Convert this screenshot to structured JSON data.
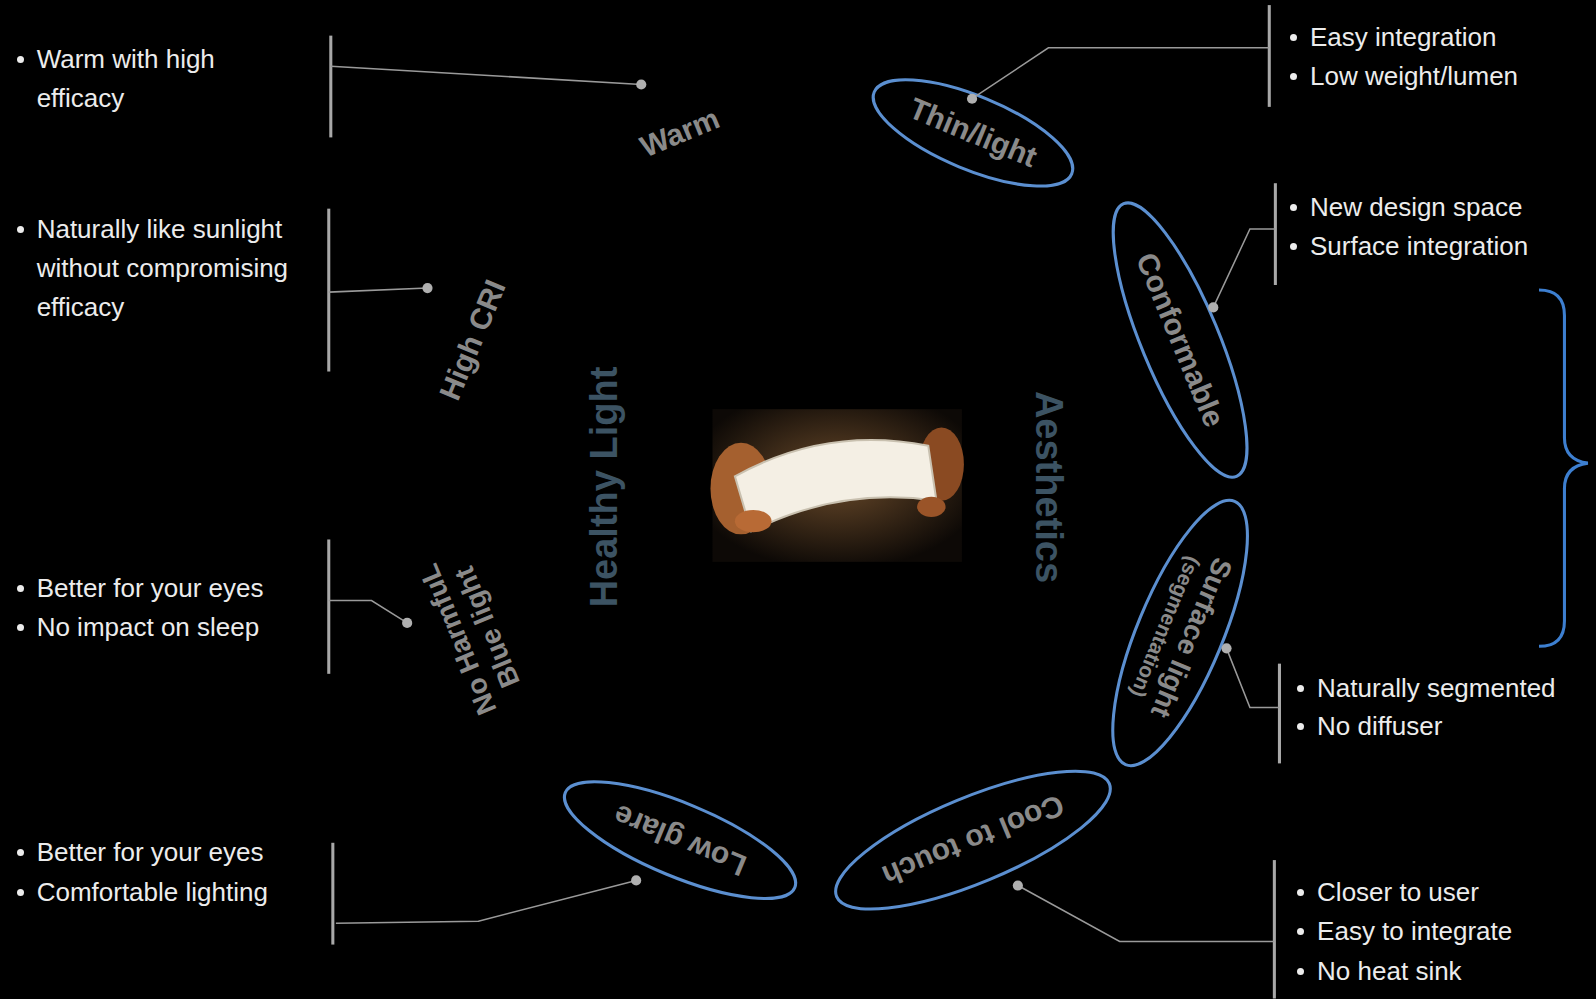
{
  "diagram": {
    "nodes": [
      {
        "text": [
          "Healthy Light"
        ]
      },
      {
        "text": [
          "Aesthetics"
        ]
      },
      {
        "text": [
          "Thin/light"
        ]
      },
      {
        "text": [
          "Conformable"
        ]
      },
      {
        "text": [
          "Surface light",
          "(segmentation)"
        ]
      },
      {
        "text": [
          "Cool to touch"
        ]
      },
      {
        "text": [
          "Low glare"
        ]
      },
      {
        "text": [
          "No HarmfuL Blue light"
        ]
      },
      {
        "text": [
          "High CRI"
        ]
      },
      {
        "text": [
          "Warm"
        ]
      }
    ],
    "labels": [
      "Warm with high efficacy",
      "Easy integration",
      "Low weight/lumen",
      "Naturally like sunlight without compromising efficacy",
      "New design space",
      "Surface integration",
      "Better for your eyes",
      "No impact on sleep",
      "Naturally segmented",
      "No diffuser",
      "Better for your eyes",
      "Comfortable lighting",
      "Closer to user",
      "Easy to integrate",
      "No heat sink"
    ]
  }
}
